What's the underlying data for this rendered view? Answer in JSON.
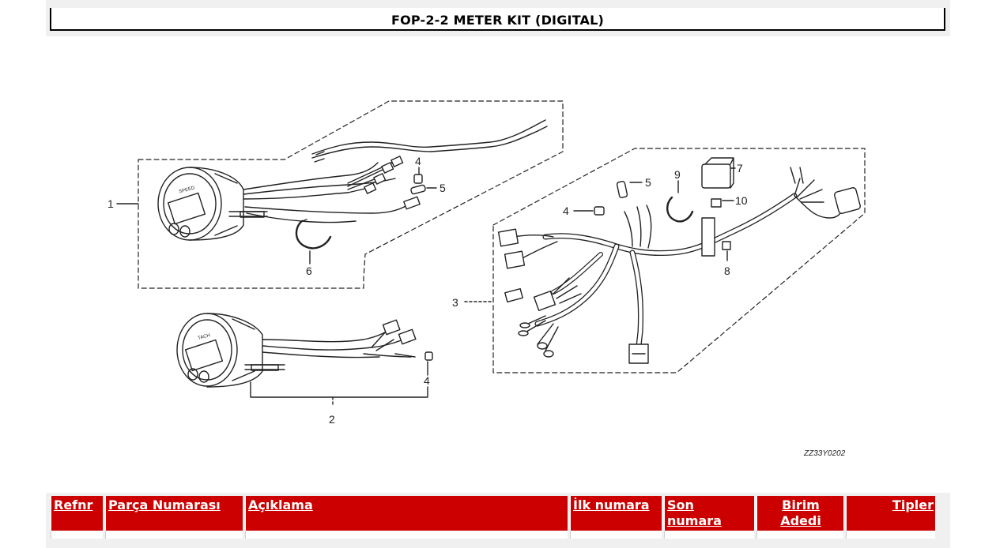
{
  "page_title": "FOP-2-2 METER KIT (DIGITAL)",
  "diagram": {
    "gauge_1_face_label": "SPEED",
    "gauge_2_face_label": "TACH",
    "callouts": [
      "1",
      "2",
      "3",
      "4",
      "4",
      "4",
      "5",
      "5",
      "6",
      "7",
      "8",
      "9",
      "10"
    ],
    "figure_code": "ZZ33Y0202"
  },
  "parts_table": {
    "headers": {
      "ref": "Refnr",
      "part_number": "Parça Numarası",
      "description": "Açıklama",
      "first_number": "İlk numara",
      "last_number": "Son numara",
      "unit_qty": "Birim Adedi",
      "types": "Tipler"
    }
  },
  "colors": {
    "header_background": "#cc0000",
    "header_text": "#ffffff",
    "frame_gray": "#f0f0f0"
  }
}
